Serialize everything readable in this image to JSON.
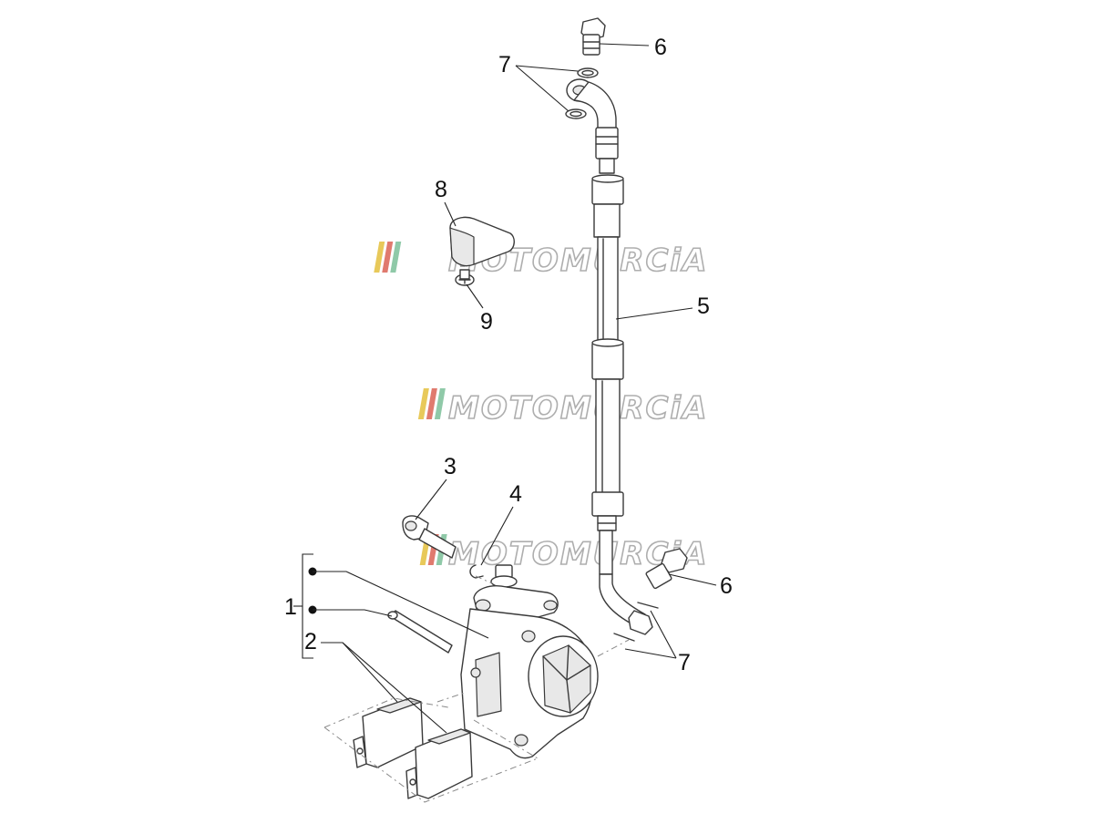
{
  "watermark": {
    "text": "MOTOMURCiA",
    "stripe_colors": [
      "#e8c95a",
      "#e07a6e",
      "#8fc9a8"
    ]
  },
  "callouts": {
    "c1": "1",
    "c2": "2",
    "c3": "3",
    "c4": "4",
    "c5": "5",
    "c6_top": "6",
    "c6_bottom": "6",
    "c7_top": "7",
    "c7_bottom": "7",
    "c8": "8",
    "c9": "9"
  }
}
